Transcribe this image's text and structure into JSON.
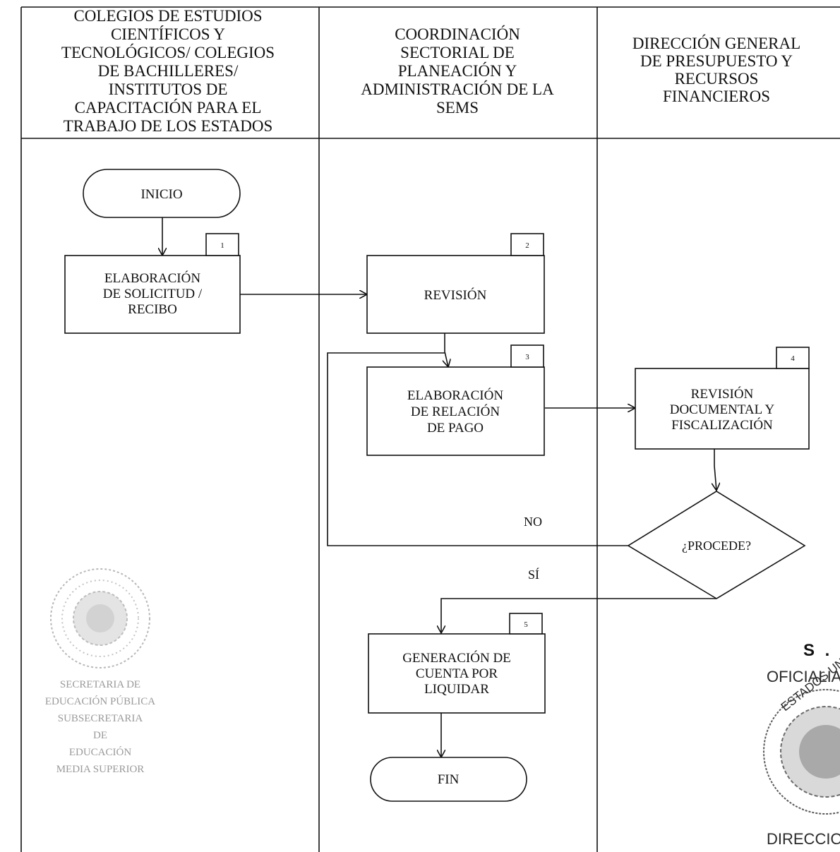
{
  "lanes": [
    {
      "header": [
        "COLEGIOS DE ESTUDIOS",
        "CIENTÍFICOS Y",
        "TECNOLÓGICOS/ COLEGIOS",
        "DE BACHILLERES/",
        "INSTITUTOS DE",
        "CAPACITACIÓN PARA EL",
        "TRABAJO DE LOS ESTADOS"
      ]
    },
    {
      "header": [
        "COORDINACIÓN",
        "SECTORIAL DE",
        "PLANEACIÓN Y",
        "ADMINISTRACIÓN DE LA",
        "SEMS"
      ]
    },
    {
      "header": [
        "DIRECCIÓN GENERAL",
        "DE PRESUPUESTO Y",
        "RECURSOS",
        "FINANCIEROS"
      ]
    }
  ],
  "nodes": {
    "inicio": {
      "label": [
        "INICIO"
      ]
    },
    "step1": {
      "number": "1",
      "label": [
        "ELABORACIÓN",
        "DE SOLICITUD /",
        "RECIBO"
      ]
    },
    "step2": {
      "number": "2",
      "label": [
        "REVISIÓN"
      ]
    },
    "step3": {
      "number": "3",
      "label": [
        "ELABORACIÓN",
        "DE  RELACIÓN",
        "DE PAGO"
      ]
    },
    "step4": {
      "number": "4",
      "label": [
        "REVISIÓN",
        "DOCUMENTAL Y",
        "FISCALIZACIÓN"
      ]
    },
    "decision": {
      "label": [
        "¿PROCEDE?"
      ]
    },
    "step5": {
      "number": "5",
      "label": [
        "GENERACIÓN DE",
        "CUENTA POR",
        "LIQUIDAR"
      ]
    },
    "fin": {
      "label": [
        "FIN"
      ]
    }
  },
  "edge_labels": {
    "no": "NO",
    "si": "SÍ"
  },
  "stamp_left": [
    "SECRETARIA DE",
    "EDUCACIÓN PÚBLICA",
    "SUBSECRETARIA",
    "DE",
    "EDUCACIÓN",
    "MEDIA SUPERIOR"
  ],
  "stamp_right": {
    "top": "S . E",
    "line2": "OFICIALIA",
    "seal_text": "ESTADOS UNID",
    "bottom": "DIRECCION G"
  }
}
